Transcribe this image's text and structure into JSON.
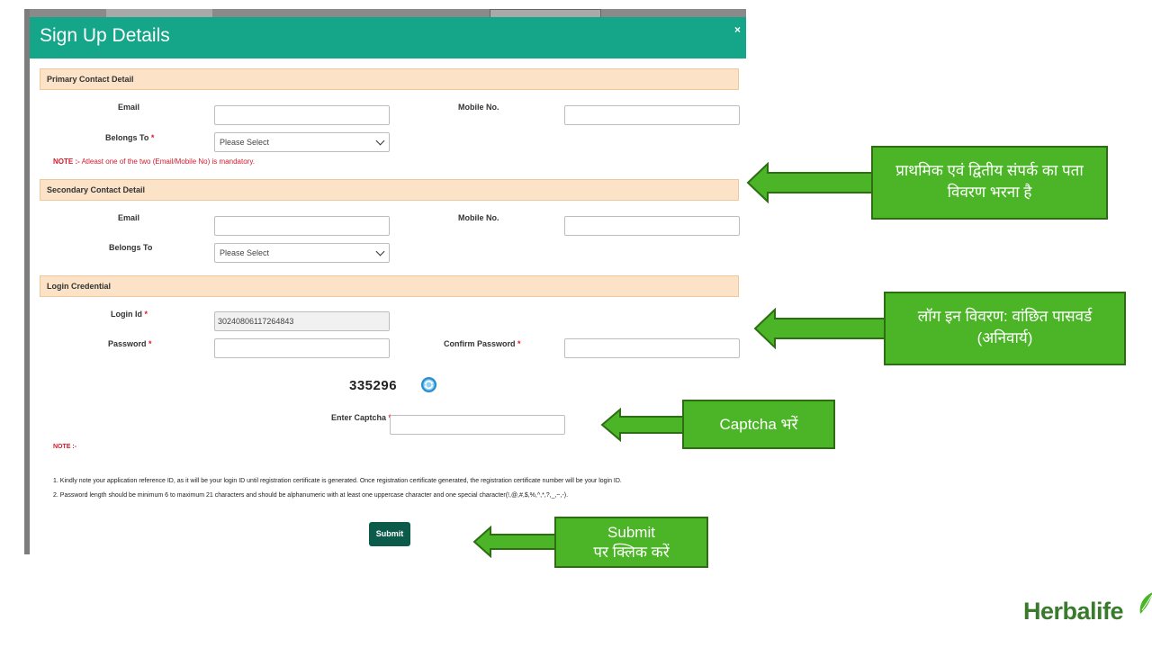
{
  "modal": {
    "title": "Sign Up Details",
    "close_label": "×"
  },
  "primary": {
    "header": "Primary Contact Detail",
    "email_label": "Email",
    "mobile_label": "Mobile No.",
    "belongs_label": "Belongs To",
    "belongs_value": "Please Select",
    "required_mark": "*",
    "note_prefix": "NOTE :-",
    "note_text": "Atleast one of the two (Email/Mobile No) is mandatory."
  },
  "secondary": {
    "header": "Secondary Contact Detail",
    "email_label": "Email",
    "mobile_label": "Mobile No.",
    "belongs_label": "Belongs To",
    "belongs_value": "Please Select"
  },
  "login": {
    "header": "Login Credential",
    "login_id_label": "Login Id",
    "login_id_value": "30240806117264843",
    "password_label": "Password",
    "confirm_label": "Confirm Password",
    "required_mark": "*"
  },
  "captcha": {
    "code": "335296",
    "enter_label": "Enter Captcha",
    "required_mark": "*"
  },
  "notes": {
    "title": "NOTE :-",
    "line1": "1. Kindly note your application reference ID, as it will be your login ID until registration certificate is generated. Once registration certificate generated, the registration certificate number will be your login ID.",
    "line2": "2. Password length should be minimum 6 to maximum 21 characters and should be alphanumeric with at least one uppercase character and one special character(!,@,#,$,%,^,*,?,_,~,-)."
  },
  "submit_label": "Submit",
  "callouts": {
    "contact": "प्राथमिक एवं द्वितीय संपर्क का पता विवरण भरना है",
    "login": "लॉग इन विवरण: वांछित पासवर्ड (अनिवार्य)",
    "captcha": "Captcha भरें",
    "submit_line1": "Submit",
    "submit_line2": "पर क्लिक करें"
  },
  "brand": {
    "logo_text": "Herbalife",
    "header_color": "#15a589",
    "callout_color": "#4bb527",
    "section_color": "#fce3c8"
  }
}
